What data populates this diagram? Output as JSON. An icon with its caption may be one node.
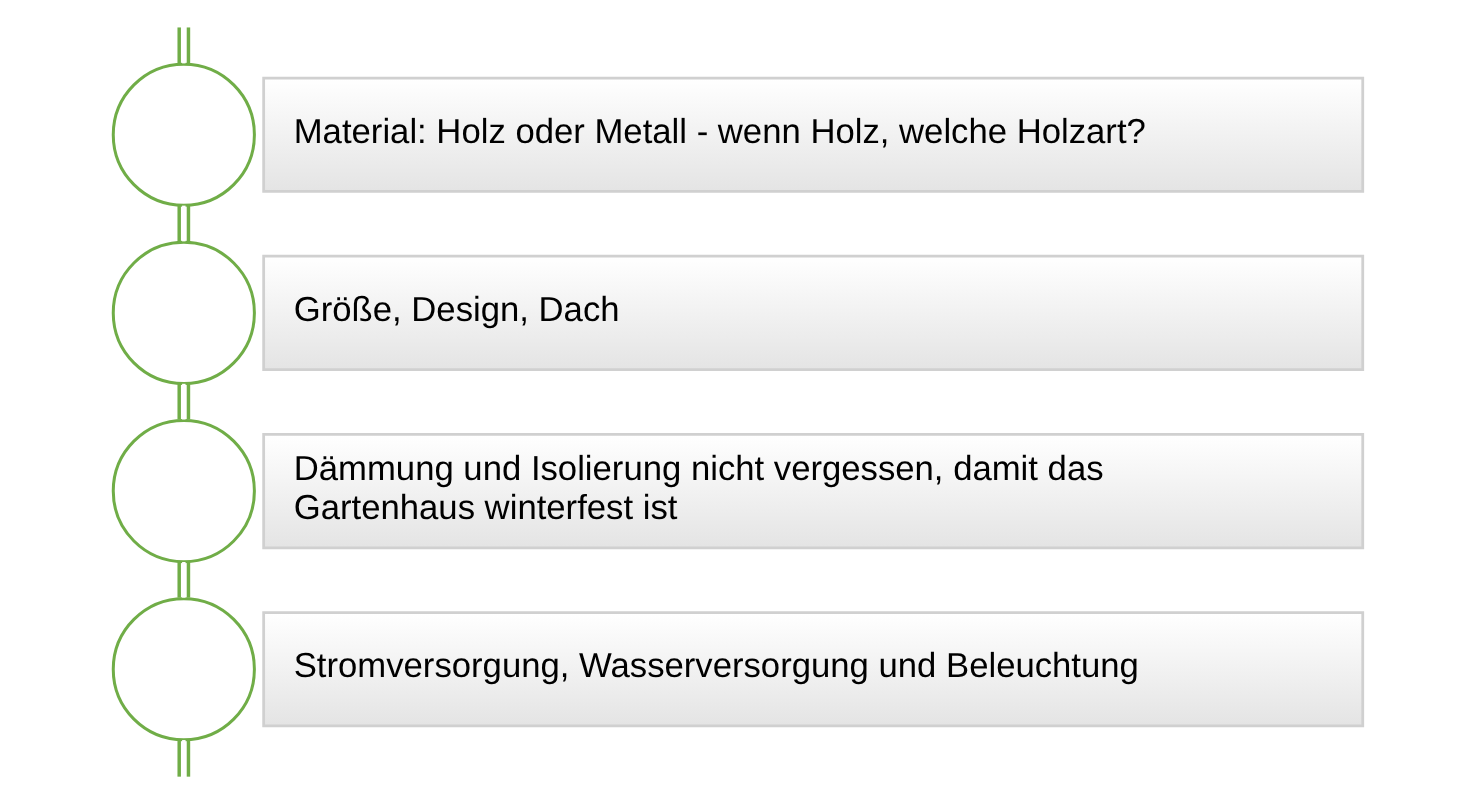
{
  "diagram": {
    "nodes": [
      {
        "text": [],
        "shape": "circle"
      },
      {
        "text": [
          "Material: Holz oder Metall - wenn Holz, welche Holzart?"
        ]
      },
      {
        "text": [],
        "shape": "circle"
      },
      {
        "text": [
          "Größe, Design, Dach"
        ]
      },
      {
        "text": [],
        "shape": "circle"
      },
      {
        "text": [
          "Dämmung und Isolierung nicht vergessen, damit das Gartenhaus winterfest ist"
        ]
      },
      {
        "text": [],
        "shape": "circle"
      },
      {
        "text": [
          "Stromversorgung, Wasserversorgung und Beleuchtung"
        ]
      }
    ],
    "edges": [
      {
        "from": null,
        "to": 0,
        "arrow": "none"
      },
      {
        "from": 0,
        "to": 2,
        "arrow": "none"
      },
      {
        "from": 2,
        "to": 4,
        "arrow": "none"
      },
      {
        "from": 4,
        "to": 6,
        "arrow": "none"
      },
      {
        "from": 6,
        "to": null,
        "arrow": "none"
      }
    ]
  }
}
